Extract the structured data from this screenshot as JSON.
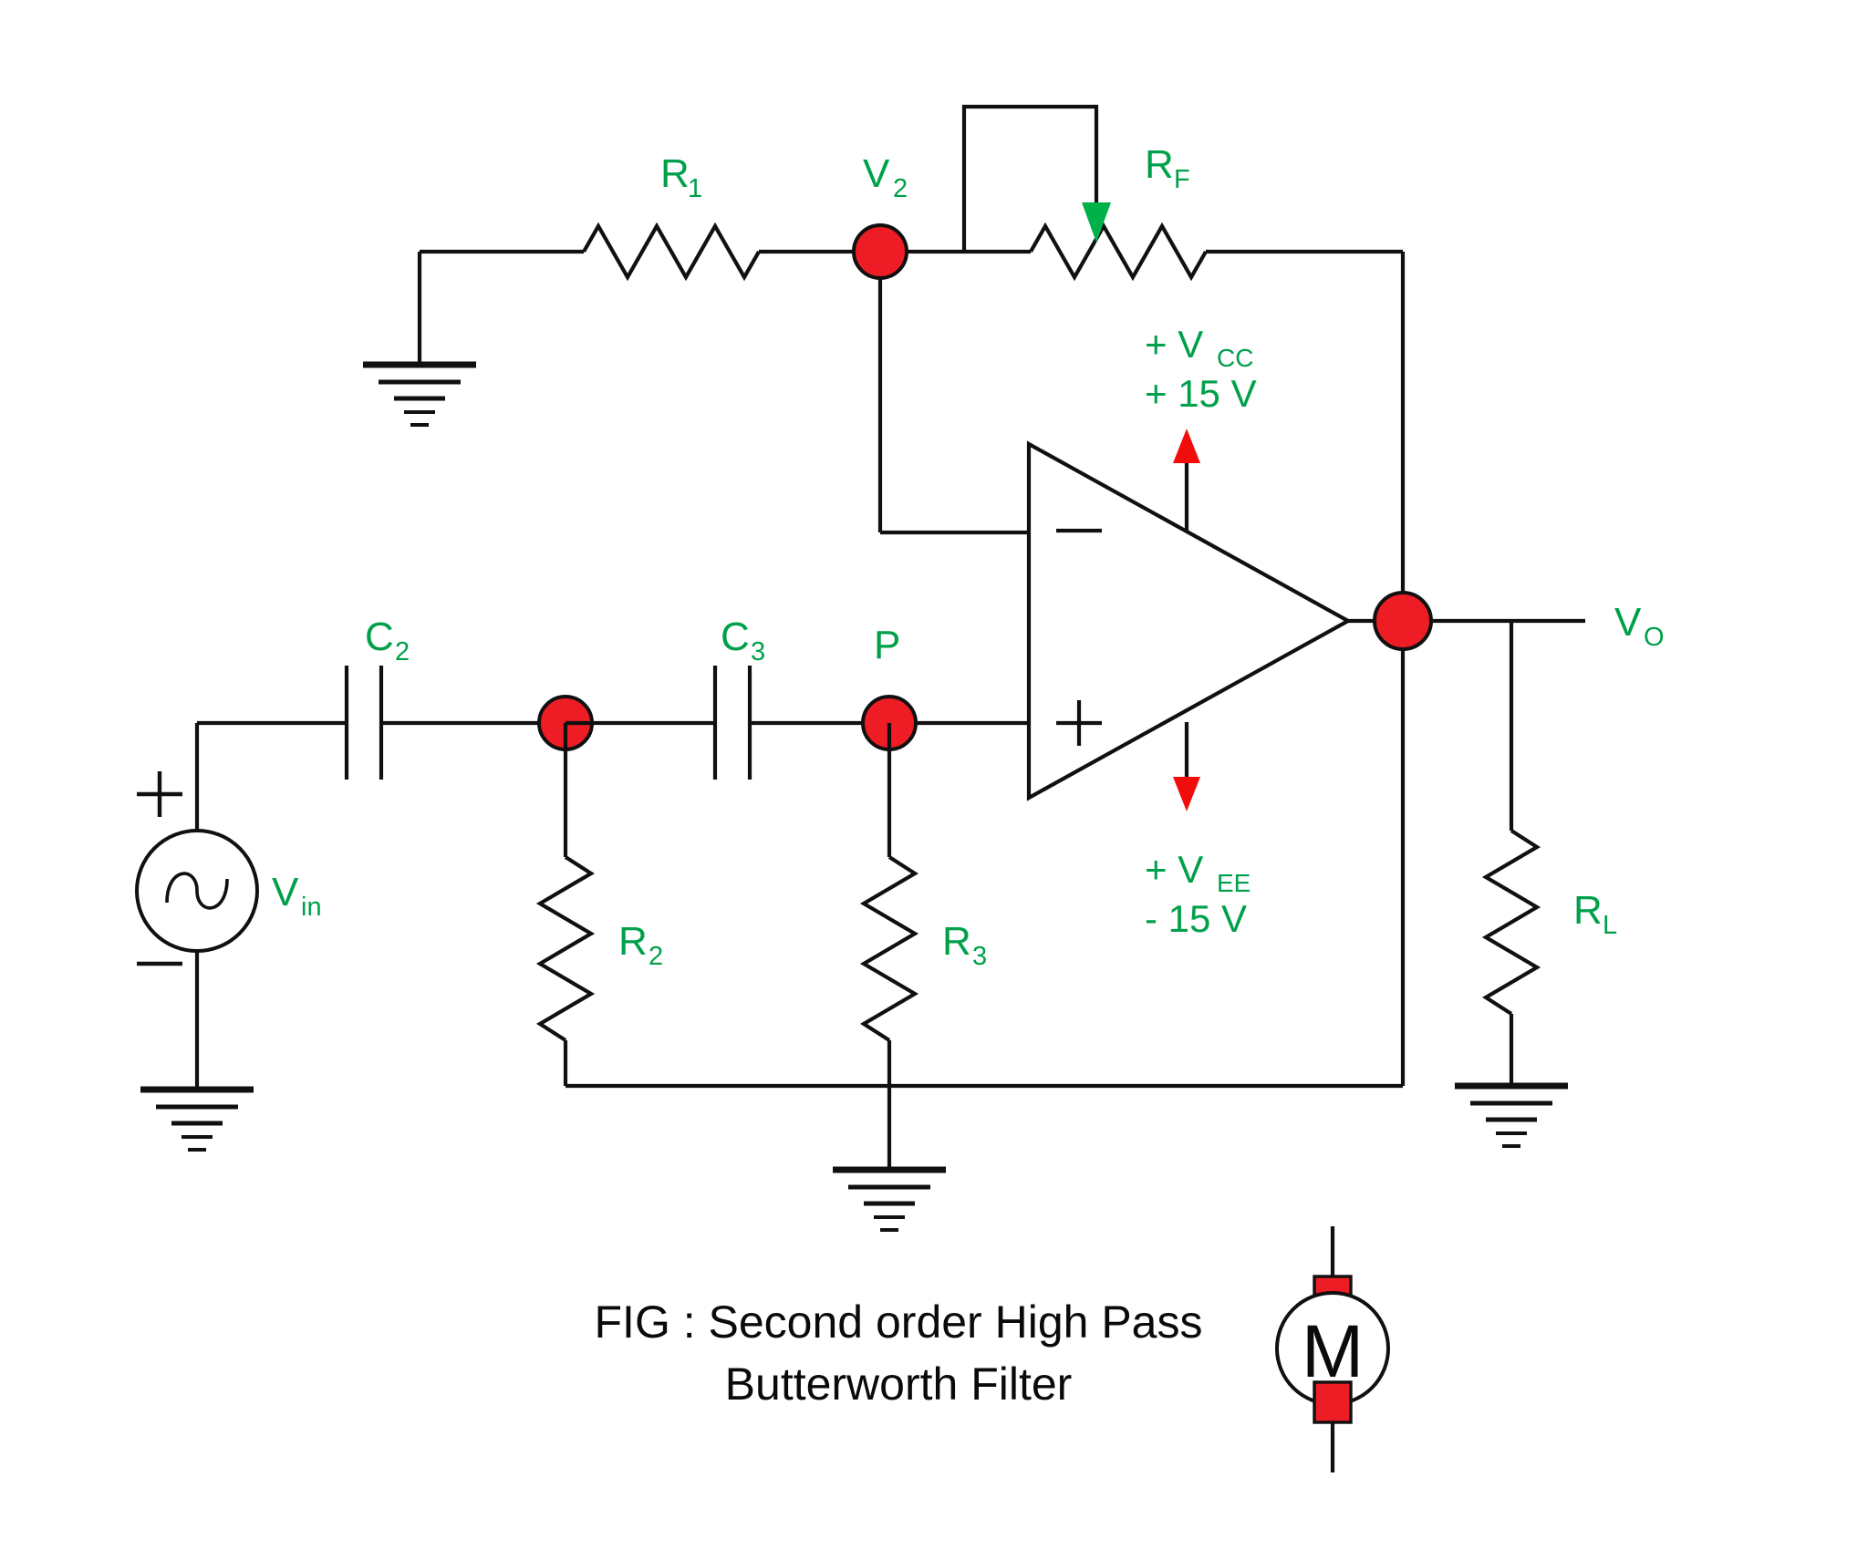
{
  "figure": {
    "caption_line_1": "FIG : Second order High Pass",
    "caption_line_2": "Butterworth Filter",
    "accent_label_color": "#00a04a",
    "node_color": "#ee1c24",
    "wire_color": "#101010",
    "supply_arrow_color": "#f20d0d",
    "wiper_arrow_color": "#00b14a"
  },
  "components": {
    "r1": {
      "label": "R",
      "sub": "1",
      "type": "resistor"
    },
    "rf": {
      "label": "R",
      "sub": "F",
      "type": "potentiometer"
    },
    "r2": {
      "label": "R",
      "sub": "2",
      "type": "resistor"
    },
    "r3": {
      "label": "R",
      "sub": "3",
      "type": "resistor"
    },
    "rl": {
      "label": "R",
      "sub": "L",
      "type": "resistor"
    },
    "c2": {
      "label": "C",
      "sub": "2",
      "type": "capacitor"
    },
    "c3": {
      "label": "C",
      "sub": "3",
      "type": "capacitor"
    },
    "vin": {
      "label": "V",
      "sub": "in",
      "type": "ac-source",
      "plus": "+",
      "minus": "−"
    },
    "opamp": {
      "inverting_sign": "−",
      "noninverting_sign": "+",
      "type": "op-amp"
    },
    "motor": {
      "letter": "M",
      "type": "dc-motor"
    }
  },
  "nodes": {
    "v2": {
      "label": "V",
      "sub": "2"
    },
    "p": {
      "label": "P",
      "sub": ""
    },
    "vo": {
      "label": "V",
      "sub": "O"
    }
  },
  "supplies": {
    "positive": {
      "line1_prefix": "+ V",
      "line1_sub": "CC",
      "line2": "+ 15 V"
    },
    "negative": {
      "line1_prefix": "+ V",
      "line1_sub": "EE",
      "line2": "- 15 V"
    }
  }
}
